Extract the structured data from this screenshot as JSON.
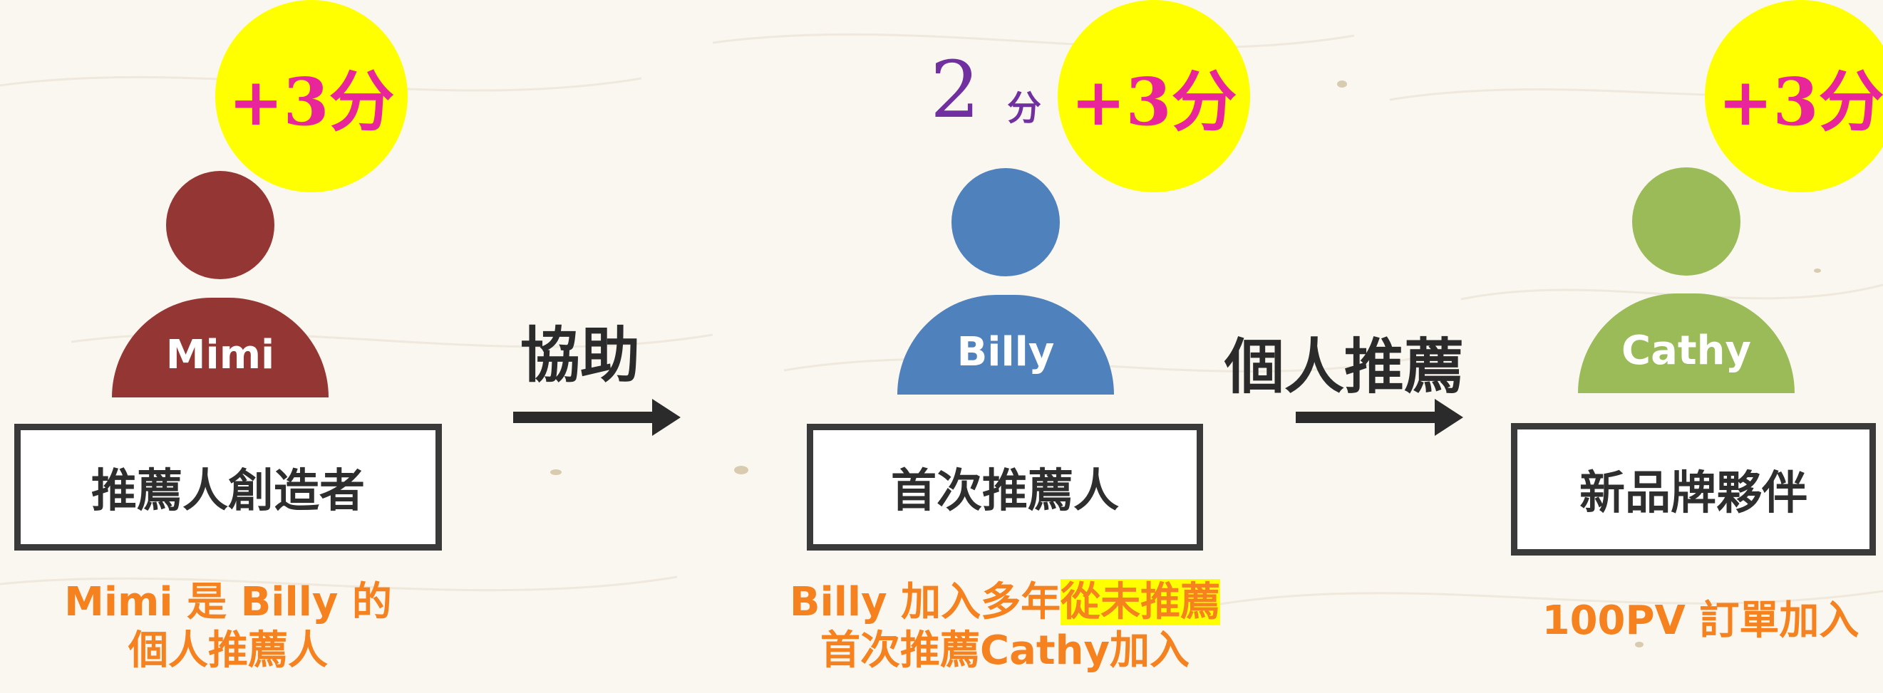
{
  "colors": {
    "badge": "#ffff00",
    "badge_text": "#e8259a",
    "caption": "#f5821f",
    "score": "#7030a0",
    "mimi": "#943634",
    "billy": "#4f81bd",
    "cathy": "#9bbb59"
  },
  "people": [
    {
      "name": "Mimi",
      "badge": "+3分",
      "role": "推薦人創造者",
      "caption_line1": "Mimi 是 Billy 的",
      "caption_line2": "個人推薦人"
    },
    {
      "name": "Billy",
      "badge": "+3分",
      "score_value": "2",
      "score_unit": "分",
      "role": "首次推薦人",
      "caption_line1_plain": "Billy 加入多年",
      "caption_line1_highlight": "從未推薦",
      "caption_line2": "首次推薦Cathy加入"
    },
    {
      "name": "Cathy",
      "badge": "+3分",
      "role": "新品牌夥伴",
      "caption_line1": "100PV 訂單加入"
    }
  ],
  "arrows": [
    {
      "label": "協助"
    },
    {
      "label": "個人推薦"
    }
  ]
}
